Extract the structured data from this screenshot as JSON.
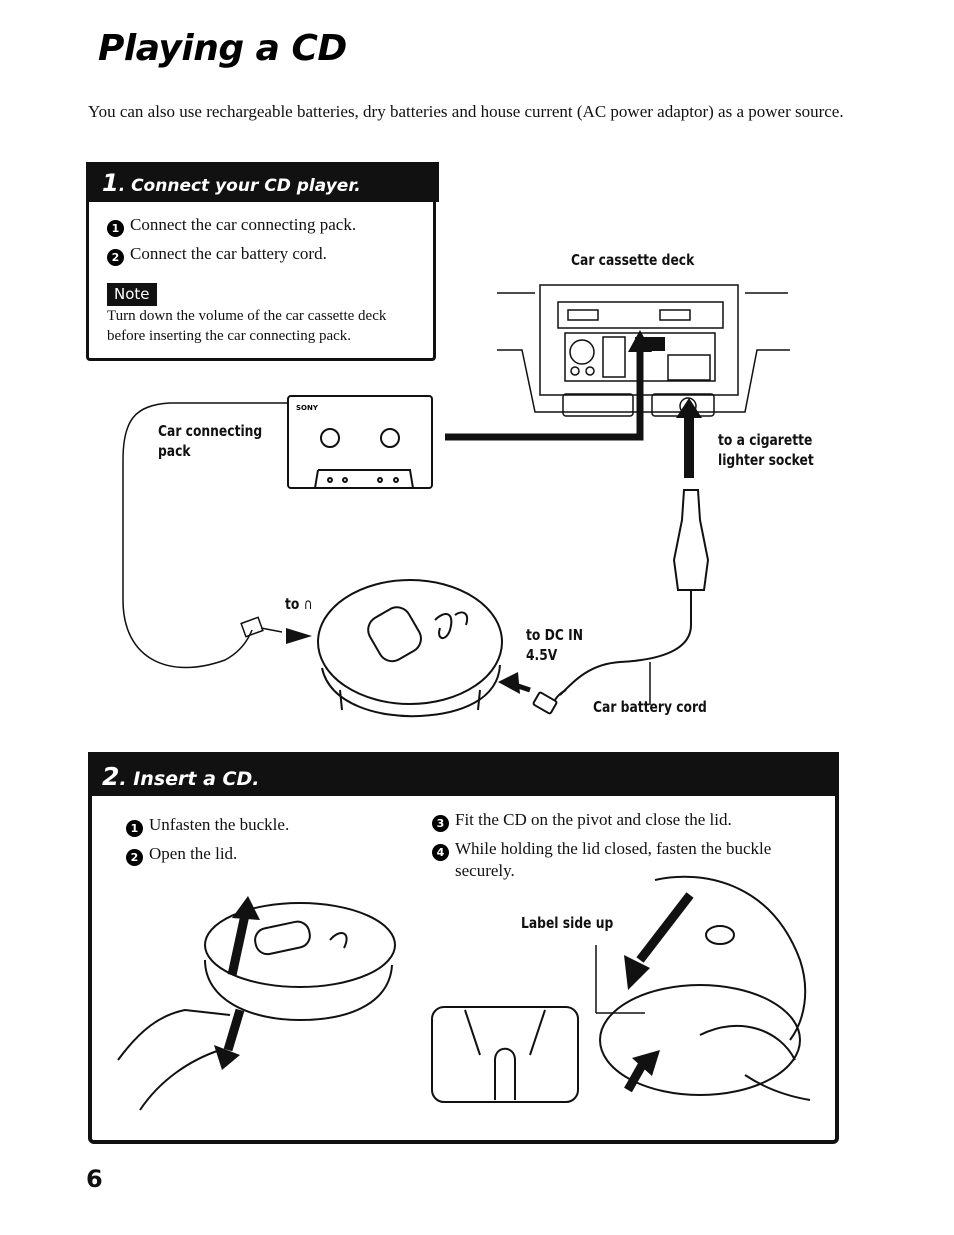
{
  "page": {
    "title": "Playing a CD",
    "intro": "You can also use rechargeable batteries, dry batteries and house current (AC power adaptor) as a power source.",
    "page_number": "6"
  },
  "section1": {
    "number": "1",
    "heading": ". Connect your CD player.",
    "steps": [
      {
        "num": "1",
        "text": "Connect the car connecting pack."
      },
      {
        "num": "2",
        "text": "Connect the car battery cord."
      }
    ],
    "note_label": "Note",
    "note_text": "Turn down the volume of the car cassette deck before inserting the car connecting pack.",
    "labels": {
      "car_cassette_deck": "Car cassette deck",
      "car_connecting_pack": "Car connecting pack",
      "cigarette_socket": "to a cigarette lighter socket",
      "to_headphones": "to",
      "dc_in": "to DC IN 4.5V",
      "car_battery_cord": "Car battery cord",
      "cassette_brand": "SONY"
    }
  },
  "section2": {
    "number": "2",
    "heading": ". Insert a CD.",
    "steps_left": [
      {
        "num": "1",
        "text": "Unfasten the buckle."
      },
      {
        "num": "2",
        "text": "Open the lid."
      }
    ],
    "steps_right": [
      {
        "num": "3",
        "text": "Fit the CD on the pivot and close the lid."
      },
      {
        "num": "4",
        "text": "While holding the lid closed, fasten the buckle securely."
      }
    ],
    "label_side_up": "Label side up"
  }
}
